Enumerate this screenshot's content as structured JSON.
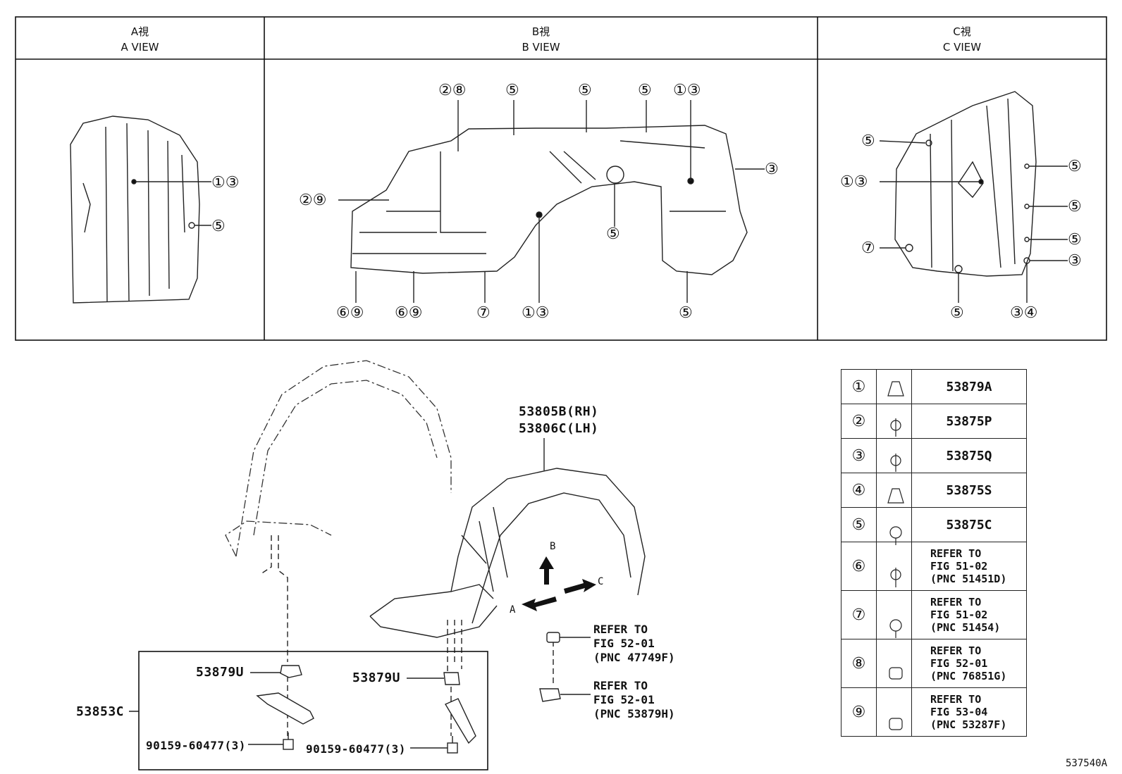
{
  "views": {
    "a": {
      "jp": "A視",
      "en": "A VIEW"
    },
    "b": {
      "jp": "B視",
      "en": "B VIEW"
    },
    "c": {
      "jp": "C視",
      "en": "C VIEW"
    }
  },
  "parts": {
    "liner_rh": "53805B(RH)",
    "liner_lh": "53806C(LH)",
    "clip_left": "53879U",
    "clip_right": "53879U",
    "bracket_assy": "53853C",
    "bolt_left": "90159-60477(3)",
    "bolt_right": "90159-60477(3)"
  },
  "refs": {
    "nut": "REFER TO\nFIG 52-01\n(PNC 47749F)",
    "clip": "REFER TO\nFIG 52-01\n(PNC 53879H)"
  },
  "arrows": {
    "a": "A",
    "b": "B",
    "c": "C"
  },
  "legend": [
    {
      "num": "①",
      "part": "53879A"
    },
    {
      "num": "②",
      "part": "53875P"
    },
    {
      "num": "③",
      "part": "53875Q"
    },
    {
      "num": "④",
      "part": "53875S"
    },
    {
      "num": "⑤",
      "part": "53875C"
    },
    {
      "num": "⑥",
      "part": "REFER TO\nFIG 51-02\n(PNC 51451D)"
    },
    {
      "num": "⑦",
      "part": "REFER TO\nFIG 51-02\n(PNC 51454)"
    },
    {
      "num": "⑧",
      "part": "REFER TO\nFIG 52-01\n(PNC 76851G)"
    },
    {
      "num": "⑨",
      "part": "REFER TO\nFIG 53-04\n(PNC 53287F)"
    }
  ],
  "callouts": {
    "a_13": "①③",
    "a_5": "⑤",
    "b_28": "②⑧",
    "b_5a": "⑤",
    "b_5b": "⑤",
    "b_5c": "⑤",
    "b_13a": "①③",
    "b_3": "③",
    "b_29": "②⑨",
    "b_5d": "⑤",
    "b_69a": "⑥⑨",
    "b_69b": "⑥⑨",
    "b_7": "⑦",
    "b_13b": "①③",
    "b_5e": "⑤",
    "c_5a": "⑤",
    "c_13": "①③",
    "c_7": "⑦",
    "c_5b": "⑤",
    "c_5c": "⑤",
    "c_5d": "⑤",
    "c_3": "③",
    "c_5e": "⑤",
    "c_34": "③④"
  },
  "figure_code": "537540A"
}
